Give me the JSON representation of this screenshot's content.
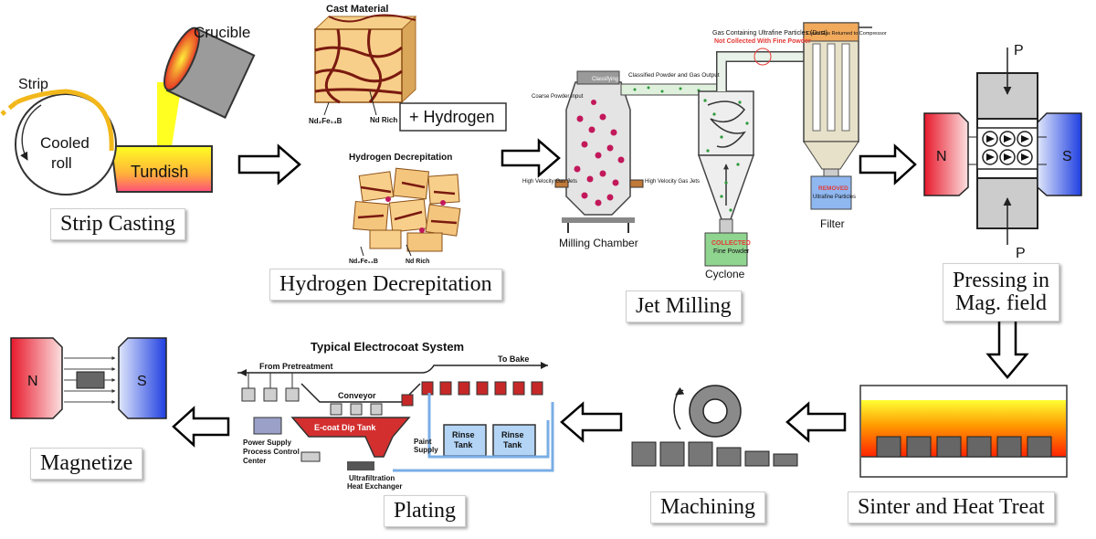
{
  "strip_casting": {
    "strip": "Strip",
    "crucible": "Crucible",
    "cooled_roll_line1": "Cooled",
    "cooled_roll_line2": "roll",
    "tundish": "Tundish",
    "caption": "Strip Casting"
  },
  "hydrogen": {
    "cast_material": "Cast Material",
    "nd2fe14b": "Nd₂Fe₁₄B",
    "nd_rich": "Nd Rich",
    "plus_hydrogen": "+ Hydrogen",
    "hd_title": "Hydrogen Decrepitation",
    "nd2fe14b_small": "Nd₂Fe₁₄B",
    "nd_rich_small": "Nd Rich",
    "caption": "Hydrogen Decrepitation"
  },
  "jet_milling": {
    "gas_dust_label": "Gas Containing Ultrafine Particles (Dust)",
    "not_collected": "Not Collected With Fine Powder",
    "clean_gas": "Clean Gas Returned to Compressor",
    "classifying_rotor": "Classifying Rotor",
    "classified_powder": "Classified Powder and Gas Output",
    "coarse_powder": "Coarse Powder Input",
    "hv_left": "High Velocity Gas Jets",
    "hv_right": "High Velocity Gas Jets",
    "milling_chamber": "Milling Chamber",
    "collected": "COLLECTED",
    "fine_powder": "Fine Powder",
    "cyclone": "Cyclone",
    "removed": "REMOVED",
    "ultrafine": "Ultrafine Particles",
    "filter": "Filter",
    "caption": "Jet Milling"
  },
  "pressing": {
    "p_top": "P",
    "p_bottom": "P",
    "n": "N",
    "s": "S",
    "caption_line1": "Pressing in",
    "caption_line2": "Mag. field"
  },
  "sinter": {
    "caption": "Sinter and Heat Treat"
  },
  "machining": {
    "caption": "Machining"
  },
  "plating": {
    "title": "Typical Electrocoat System",
    "from_pretreatment": "From Pretreatment",
    "to_bake": "To Bake",
    "conveyor": "Conveyor",
    "ecoat": "E-coat Dip Tank",
    "paint_supply_1": "Paint",
    "paint_supply_2": "Supply",
    "rinse1_a": "Rinse",
    "rinse1_b": "Tank",
    "rinse2_a": "Rinse",
    "rinse2_b": "Tank",
    "power_supply_1": "Power Supply",
    "power_supply_2": "Process Control",
    "power_supply_3": "Center",
    "ultra_1": "Ultrafiltration",
    "ultra_2": "Heat Exchanger",
    "caption": "Plating"
  },
  "magnetize": {
    "n": "N",
    "s": "S",
    "caption": "Magnetize"
  }
}
